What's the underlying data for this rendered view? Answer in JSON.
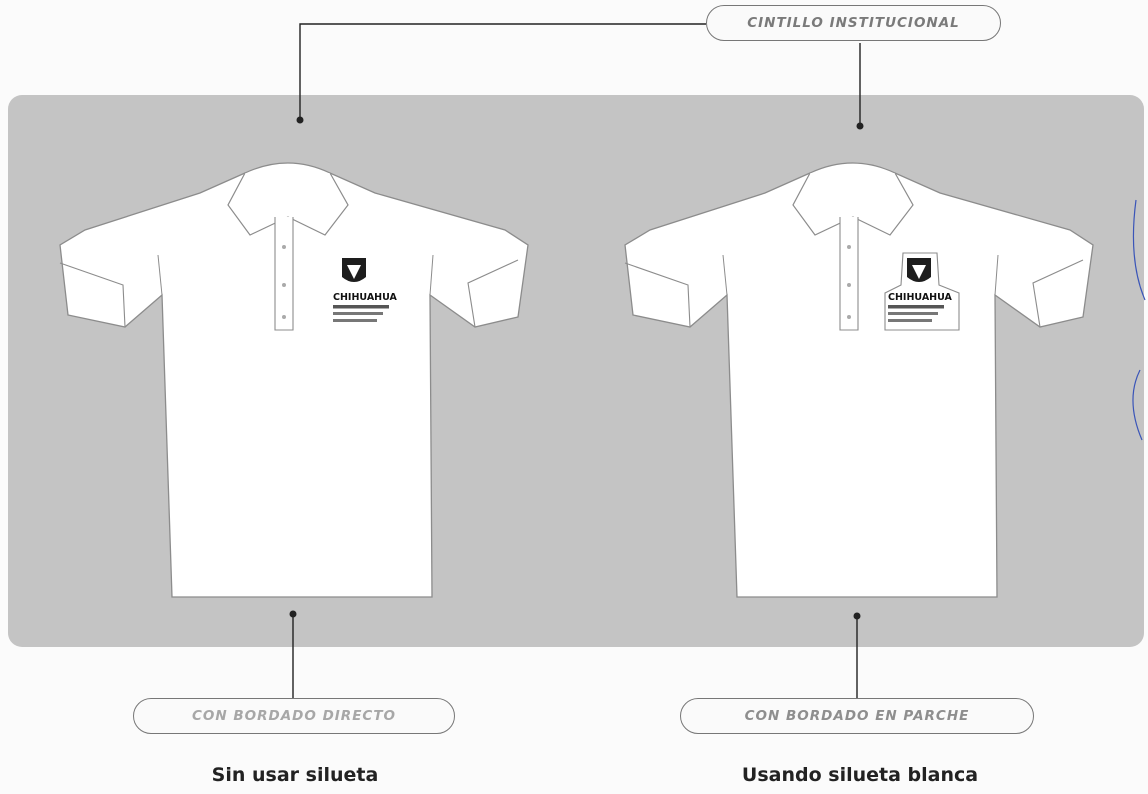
{
  "labels": {
    "top_pill": "CINTILLO INSTITUCIONAL",
    "left_pill": "CON BORDADO DIRECTO",
    "right_pill": "CON BORDADO EN PARCHE",
    "left_caption": "Sin usar silueta",
    "right_caption": "Usando silueta blanca"
  },
  "logo": {
    "word": "CHIHUAHUA"
  },
  "colors": {
    "panel": "#c4c4c4",
    "shirt": "#ffffff",
    "outline": "#8c8c8c",
    "connector": "#222222",
    "pen_mark": "#3a55b8"
  }
}
